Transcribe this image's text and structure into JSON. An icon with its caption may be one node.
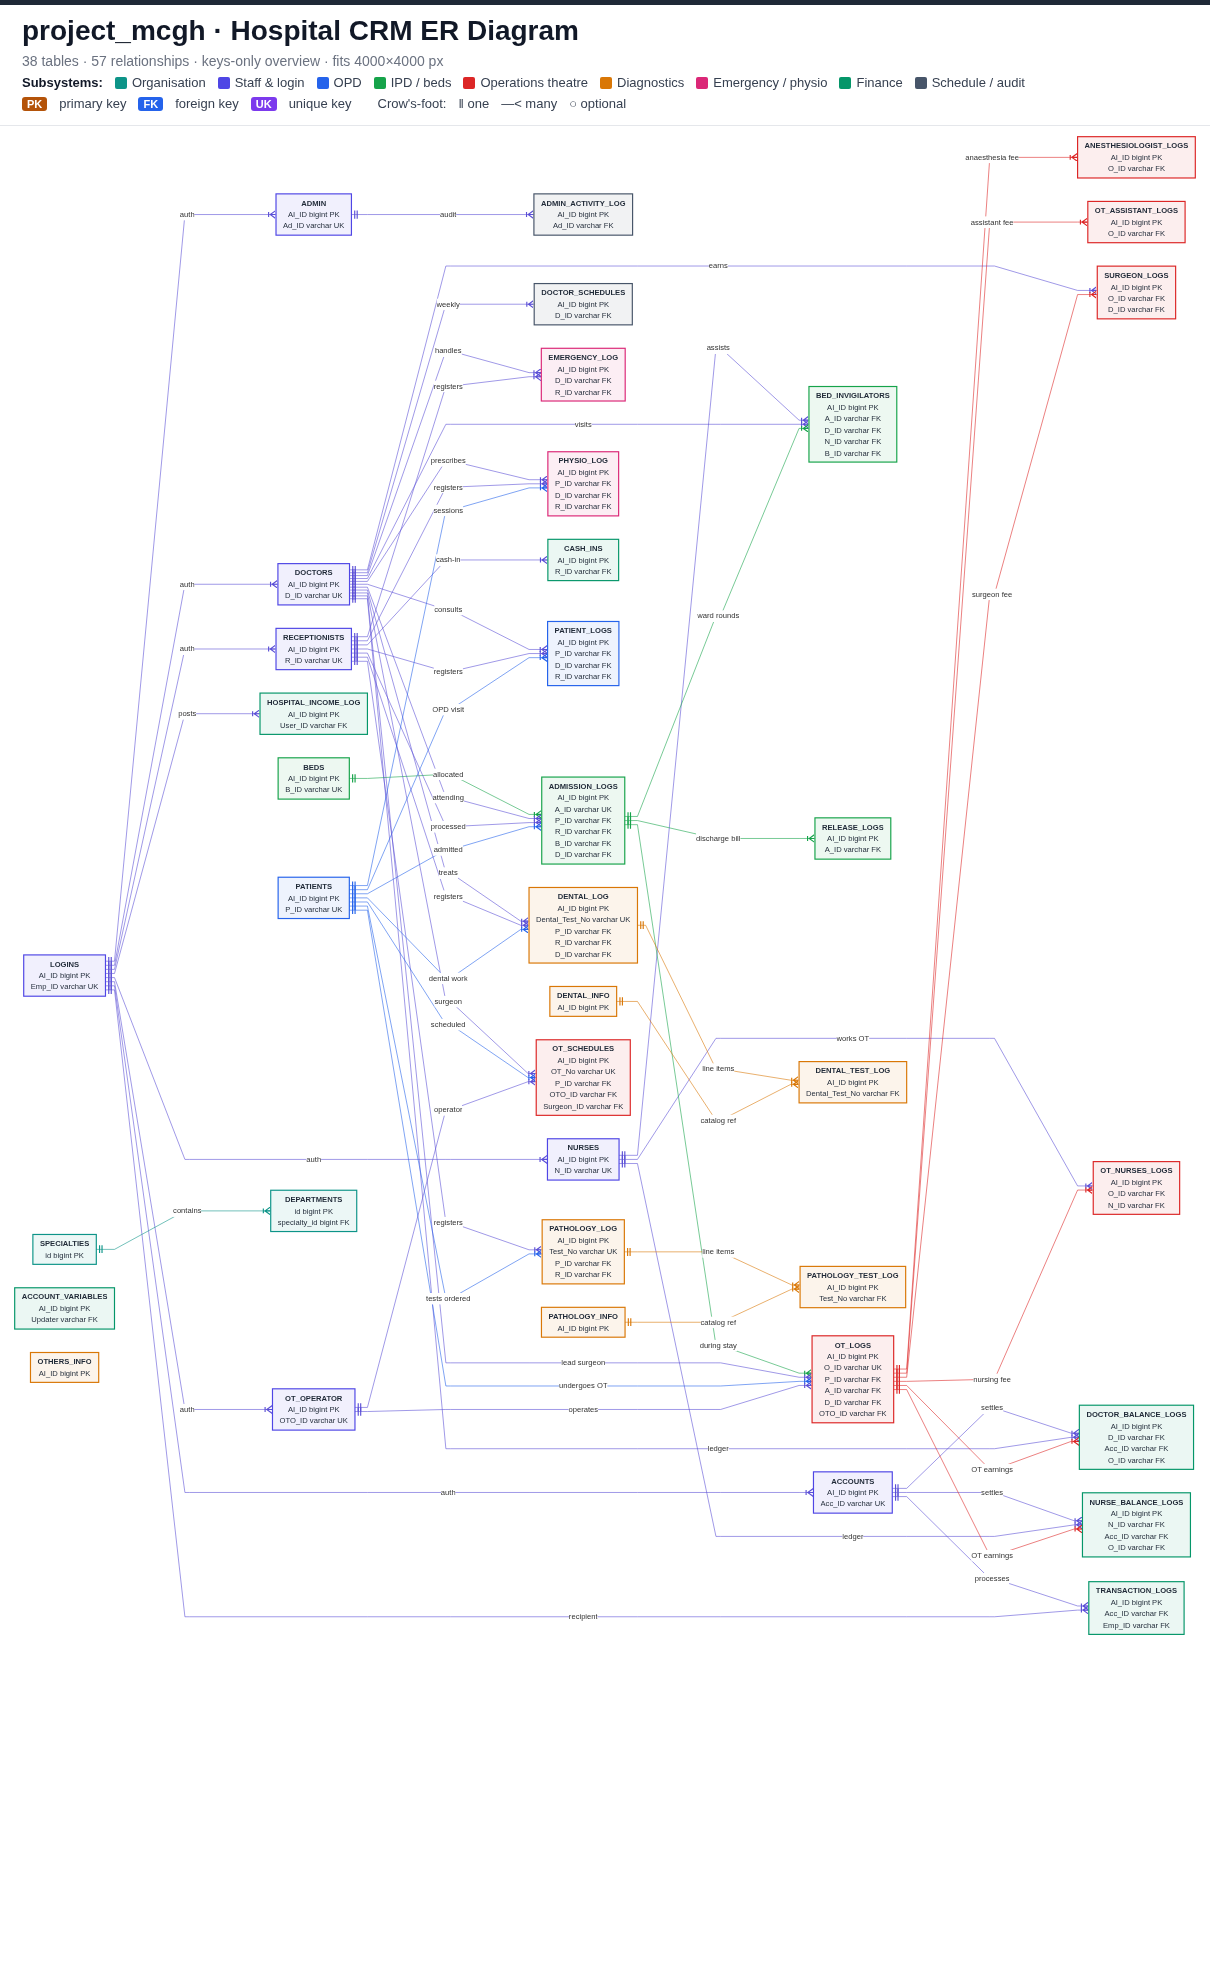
{
  "diagram": {
    "title": "project_mcgh · Hospital CRM ER Diagram",
    "nodes": [
      {
        "text": [
          "ADMIN",
          "AI_ID",
          "bigint",
          "PK",
          "Ad_ID",
          "varchar",
          "UK"
        ]
      },
      {
        "text": [
          "ADMIN_ACTIVITY_LOG",
          "AI_ID",
          "bigint",
          "PK",
          "Ad_ID",
          "varchar",
          "FK"
        ]
      },
      {
        "text": [
          "ACCOUNTS",
          "AI_ID",
          "bigint",
          "PK",
          "Acc_ID",
          "varchar",
          "UK"
        ]
      },
      {
        "text": [
          "TRANSACTION_LOGS",
          "AI_ID",
          "bigint",
          "PK",
          "Acc_ID",
          "varchar",
          "FK",
          "Emp_ID",
          "varchar",
          "FK"
        ]
      },
      {
        "text": [
          "NURSE_BALANCE_LOGS",
          "AI_ID",
          "bigint",
          "PK",
          "N_ID",
          "varchar",
          "FK",
          "Acc_ID",
          "varchar",
          "FK",
          "O_ID",
          "varchar",
          "FK"
        ]
      },
      {
        "text": [
          "ACCOUNT_VARIABLES",
          "AI_ID",
          "bigint",
          "PK",
          "Updater",
          "varchar",
          "FK"
        ]
      },
      {
        "text": [
          "OTHERS_INFO",
          "AI_ID",
          "bigint",
          "PK"
        ]
      },
      {
        "text": [
          "NURSES",
          "AI_ID",
          "bigint",
          "PK",
          "N_ID",
          "varchar",
          "UK"
        ]
      },
      {
        "text": [
          "DOCTOR_BALANCE_LOGS",
          "AI_ID",
          "bigint",
          "PK",
          "D_ID",
          "varchar",
          "FK",
          "Acc_ID",
          "varchar",
          "FK",
          "O_ID",
          "varchar",
          "FK"
        ]
      },
      {
        "text": [
          "LOGINS",
          "AI_ID",
          "bigint",
          "PK",
          "Emp_ID",
          "varchar",
          "UK"
        ]
      },
      {
        "text": [
          "BEDS",
          "AI_ID",
          "bigint",
          "PK",
          "B_ID",
          "varchar",
          "UK"
        ]
      },
      {
        "text": [
          "BED_INVIGILATORS",
          "AI_ID",
          "bigint",
          "PK",
          "A_ID",
          "varchar",
          "FK",
          "D_ID",
          "varchar",
          "FK",
          "N_ID",
          "varchar",
          "FK",
          "B_ID",
          "varchar",
          "FK"
        ]
      },
      {
        "text": [
          "OT_NURSES_LOGS",
          "AI_ID",
          "bigint",
          "PK",
          "O_ID",
          "varchar",
          "FK",
          "N_ID",
          "varchar",
          "FK"
        ]
      },
      {
        "text": [
          "DOCTOR_SCHEDULES",
          "AI_ID",
          "bigint",
          "PK",
          "D_ID",
          "varchar",
          "FK"
        ]
      },
      {
        "text": [
          "DOCTORS",
          "AI_ID",
          "bigint",
          "PK",
          "D_ID",
          "varchar",
          "UK"
        ]
      },
      {
        "text": [
          "EMERGENCY_LOG",
          "AI_ID",
          "bigint",
          "PK",
          "D_ID",
          "varchar",
          "FK",
          "R_ID",
          "varchar",
          "FK"
        ]
      },
      {
        "text": [
          "SURGEON_LOGS",
          "AI_ID",
          "bigint",
          "PK",
          "O_ID",
          "varchar",
          "FK",
          "D_ID",
          "varchar",
          "FK"
        ]
      },
      {
        "text": [
          "RELEASE_LOGS",
          "AI_ID",
          "bigint",
          "PK",
          "A_ID",
          "varchar",
          "FK"
        ]
      },
      {
        "text": [
          "HOSPITAL_INCOME_LOG",
          "AI_ID",
          "bigint",
          "PK",
          "User_ID",
          "varchar",
          "FK"
        ]
      },
      {
        "text": [
          "ADMISSION_LOGS",
          "AI_ID",
          "bigint",
          "PK",
          "A_ID",
          "varchar",
          "UK",
          "P_ID",
          "varchar",
          "FK",
          "R_ID",
          "varchar",
          "FK",
          "B_ID",
          "varchar",
          "FK",
          "D_ID",
          "varchar",
          "FK"
        ]
      },
      {
        "text": [
          "OT_LOGS",
          "AI_ID",
          "bigint",
          "PK",
          "O_ID",
          "varchar",
          "UK",
          "P_ID",
          "varchar",
          "FK",
          "A_ID",
          "varchar",
          "FK",
          "D_ID",
          "varchar",
          "FK",
          "OTO_ID",
          "varchar",
          "FK"
        ]
      },
      {
        "text": [
          "OT_ASSISTANT_LOGS",
          "AI_ID",
          "bigint",
          "PK",
          "O_ID",
          "varchar",
          "FK"
        ]
      },
      {
        "text": [
          "ANESTHESIOLOGIST_LOGS",
          "AI_ID",
          "bigint",
          "PK",
          "O_ID",
          "varchar",
          "FK"
        ]
      },
      {
        "text": [
          "RECEPTIONISTS",
          "AI_ID",
          "bigint",
          "PK",
          "R_ID",
          "varchar",
          "UK"
        ]
      },
      {
        "text": [
          "PHYSIO_LOG",
          "AI_ID",
          "bigint",
          "PK",
          "P_ID",
          "varchar",
          "FK",
          "D_ID",
          "varchar",
          "FK",
          "R_ID",
          "varchar",
          "FK"
        ]
      },
      {
        "text": [
          "CASH_INS",
          "AI_ID",
          "bigint",
          "PK",
          "R_ID",
          "varchar",
          "FK"
        ]
      },
      {
        "text": [
          "PATIENT_LOGS",
          "AI_ID",
          "bigint",
          "PK",
          "P_ID",
          "varchar",
          "FK",
          "D_ID",
          "varchar",
          "FK",
          "R_ID",
          "varchar",
          "FK"
        ]
      },
      {
        "text": [
          "DENTAL_LOG",
          "AI_ID",
          "bigint",
          "PK",
          "Dental_Test_No",
          "varchar",
          "UK",
          "P_ID",
          "varchar",
          "FK",
          "R_ID",
          "varchar",
          "FK",
          "D_ID",
          "varchar",
          "FK"
        ]
      },
      {
        "text": [
          "PATIENTS",
          "AI_ID",
          "bigint",
          "PK",
          "P_ID",
          "varchar",
          "UK"
        ]
      },
      {
        "text": [
          "DENTAL_TEST_LOG",
          "AI_ID",
          "bigint",
          "PK",
          "Dental_Test_No",
          "varchar",
          "FK"
        ]
      },
      {
        "text": [
          "DENTAL_INFO",
          "AI_ID",
          "bigint",
          "PK"
        ]
      },
      {
        "text": [
          "PATHOLOGY_LOG",
          "AI_ID",
          "bigint",
          "PK",
          "Test_No",
          "varchar",
          "UK",
          "P_ID",
          "varchar",
          "FK",
          "R_ID",
          "varchar",
          "FK"
        ]
      },
      {
        "text": [
          "OT_OPERATOR",
          "AI_ID",
          "bigint",
          "PK",
          "OTO_ID",
          "varchar",
          "UK"
        ]
      },
      {
        "text": [
          "OT_SCHEDULES",
          "AI_ID",
          "bigint",
          "PK",
          "OT_No",
          "varchar",
          "UK",
          "P_ID",
          "varchar",
          "FK",
          "OTO_ID",
          "varchar",
          "FK",
          "Surgeon_ID",
          "varchar",
          "FK"
        ]
      },
      {
        "text": [
          "PATHOLOGY_TEST_LOG",
          "AI_ID",
          "bigint",
          "PK",
          "Test_No",
          "varchar",
          "FK"
        ]
      },
      {
        "text": [
          "SPECIALTIES",
          "id",
          "bigint",
          "PK"
        ]
      },
      {
        "text": [
          "DEPARTMENTS",
          "id",
          "bigint",
          "PK",
          "specialty_id",
          "bigint",
          "FK"
        ]
      },
      {
        "text": [
          "PATHOLOGY_INFO",
          "AI_ID",
          "bigint",
          "PK"
        ]
      }
    ],
    "edges": [
      {
        "from": 0,
        "to": 1,
        "arrow": "other",
        "label": "audit"
      },
      {
        "from": 9,
        "to": 0,
        "arrow": "other",
        "label": "auth"
      },
      {
        "from": 9,
        "to": 2,
        "arrow": "other",
        "label": "auth"
      },
      {
        "from": 2,
        "to": 3,
        "arrow": "other",
        "label": "processes"
      },
      {
        "from": 2,
        "to": 4,
        "arrow": "other",
        "label": "settles"
      },
      {
        "from": 2,
        "to": 8,
        "arrow": "other",
        "label": "settles"
      },
      {
        "from": 9,
        "to": 3,
        "arrow": "other",
        "label": "recipient"
      },
      {
        "from": 9,
        "to": 7,
        "arrow": "other",
        "label": "auth"
      },
      {
        "from": 7,
        "to": 4,
        "arrow": "other",
        "label": "ledger"
      },
      {
        "from": 7,
        "to": 12,
        "arrow": "other",
        "label": "works OT"
      },
      {
        "from": 14,
        "to": 8,
        "arrow": "other",
        "label": "ledger"
      },
      {
        "from": 7,
        "to": 11,
        "arrow": "other",
        "label": "assists"
      },
      {
        "from": 14,
        "to": 11,
        "arrow": "other",
        "label": "visits"
      },
      {
        "from": 10,
        "to": 19,
        "arrow": "other",
        "label": "allocated",
        "color": "#16a34a"
      },
      {
        "from": 9,
        "to": 14,
        "arrow": "other",
        "label": "auth"
      },
      {
        "from": 14,
        "to": 16,
        "arrow": "other",
        "label": "earns"
      },
      {
        "from": 14,
        "to": 13,
        "arrow": "other",
        "label": "weekly"
      },
      {
        "from": 20,
        "to": 4,
        "arrow": "other",
        "label": "OT earnings",
        "color": "#dc2626"
      },
      {
        "from": 20,
        "to": 8,
        "arrow": "other",
        "label": "OT earnings",
        "color": "#dc2626"
      },
      {
        "from": 19,
        "to": 11,
        "arrow": "other",
        "label": "ward rounds",
        "color": "#16a34a"
      },
      {
        "from": 14,
        "to": 15,
        "arrow": "other",
        "label": "handles"
      },
      {
        "from": 9,
        "to": 18,
        "arrow": "other",
        "label": "posts"
      },
      {
        "from": 9,
        "to": 23,
        "arrow": "other",
        "label": "auth"
      },
      {
        "from": 14,
        "to": 19,
        "arrow": "other",
        "label": "attending"
      },
      {
        "from": 23,
        "to": 15,
        "arrow": "other",
        "label": "registers"
      },
      {
        "from": 20,
        "to": 12,
        "arrow": "other",
        "label": "nursing fee",
        "color": "#dc2626"
      },
      {
        "from": 20,
        "to": 16,
        "arrow": "other",
        "label": "surgeon fee",
        "color": "#dc2626"
      },
      {
        "from": 19,
        "to": 17,
        "arrow": "other",
        "label": "discharge bill",
        "color": "#16a34a"
      },
      {
        "from": 19,
        "to": 20,
        "arrow": "other",
        "label": "during stay",
        "color": "#16a34a"
      },
      {
        "from": 20,
        "to": 21,
        "arrow": "other",
        "label": "assistant fee",
        "color": "#dc2626"
      },
      {
        "from": 20,
        "to": 22,
        "arrow": "other",
        "label": "anaesthesia fee",
        "color": "#dc2626"
      },
      {
        "from": 23,
        "to": 19,
        "arrow": "other",
        "label": "processed"
      },
      {
        "from": 14,
        "to": 20,
        "arrow": "other",
        "label": "lead surgeon"
      },
      {
        "from": 14,
        "to": 24,
        "arrow": "other",
        "label": "prescribes"
      },
      {
        "from": 23,
        "to": 24,
        "arrow": "other",
        "label": "registers"
      },
      {
        "from": 28,
        "to": 19,
        "arrow": "other",
        "label": "admitted",
        "color": "#2563eb"
      },
      {
        "from": 23,
        "to": 25,
        "arrow": "other",
        "label": "cash-in"
      },
      {
        "from": 14,
        "to": 26,
        "arrow": "other",
        "label": "consults"
      },
      {
        "from": 14,
        "to": 33,
        "arrow": "other",
        "label": "surgeon"
      },
      {
        "from": 23,
        "to": 26,
        "arrow": "other",
        "label": "registers"
      },
      {
        "from": 14,
        "to": 27,
        "arrow": "other",
        "label": "treats"
      },
      {
        "from": 23,
        "to": 27,
        "arrow": "other",
        "label": "registers"
      },
      {
        "from": 28,
        "to": 24,
        "arrow": "other",
        "label": "sessions",
        "color": "#2563eb"
      },
      {
        "from": 28,
        "to": 26,
        "arrow": "other",
        "label": "OPD visit",
        "color": "#2563eb"
      },
      {
        "from": 23,
        "to": 31,
        "arrow": "other",
        "label": "registers"
      },
      {
        "from": 28,
        "to": 27,
        "arrow": "other",
        "label": "dental work",
        "color": "#2563eb"
      },
      {
        "from": 28,
        "to": 20,
        "arrow": "other",
        "label": "undergoes OT",
        "color": "#2563eb"
      },
      {
        "from": 27,
        "to": 29,
        "arrow": "other",
        "label": "line items",
        "color": "#d97706"
      },
      {
        "from": 30,
        "to": 29,
        "arrow": "other",
        "label": "catalog ref",
        "color": "#d97706"
      },
      {
        "from": 28,
        "to": 31,
        "arrow": "other",
        "label": "tests ordered",
        "color": "#2563eb"
      },
      {
        "from": 28,
        "to": 33,
        "arrow": "other",
        "label": "scheduled",
        "color": "#2563eb"
      },
      {
        "from": 9,
        "to": 32,
        "arrow": "other",
        "label": "auth"
      },
      {
        "from": 32,
        "to": 33,
        "arrow": "other",
        "label": "operator"
      },
      {
        "from": 31,
        "to": 34,
        "arrow": "other",
        "label": "line items",
        "color": "#d97706"
      },
      {
        "from": 32,
        "to": 20,
        "arrow": "other",
        "label": "operates"
      },
      {
        "from": 35,
        "to": 36,
        "arrow": "other",
        "label": "contains",
        "color": "#0d9488"
      },
      {
        "from": 37,
        "to": 34,
        "arrow": "other",
        "label": "catalog ref",
        "color": "#d97706"
      }
    ],
    "labels": [
      "38 tables · 57 relationships · keys-only overview · fits 4000×4000 px",
      "Subsystems:",
      "PK",
      "primary key",
      "FK",
      "foreign key",
      "UK",
      "unique key",
      "Crow's-foot:",
      "‖ one",
      "—< many",
      "○ optional"
    ],
    "legend": [
      {
        "text": "Organisation",
        "color": "#0d9488"
      },
      {
        "text": "Staff & login",
        "color": "#4f46e5"
      },
      {
        "text": "OPD",
        "color": "#2563eb"
      },
      {
        "text": "IPD / beds",
        "color": "#16a34a"
      },
      {
        "text": "Operations theatre",
        "color": "#dc2626"
      },
      {
        "text": "Diagnostics",
        "color": "#d97706"
      },
      {
        "text": "Emergency / physio",
        "color": "#db2777"
      },
      {
        "text": "Finance",
        "color": "#059669"
      },
      {
        "text": "Schedule / audit",
        "color": "#475569"
      }
    ]
  }
}
